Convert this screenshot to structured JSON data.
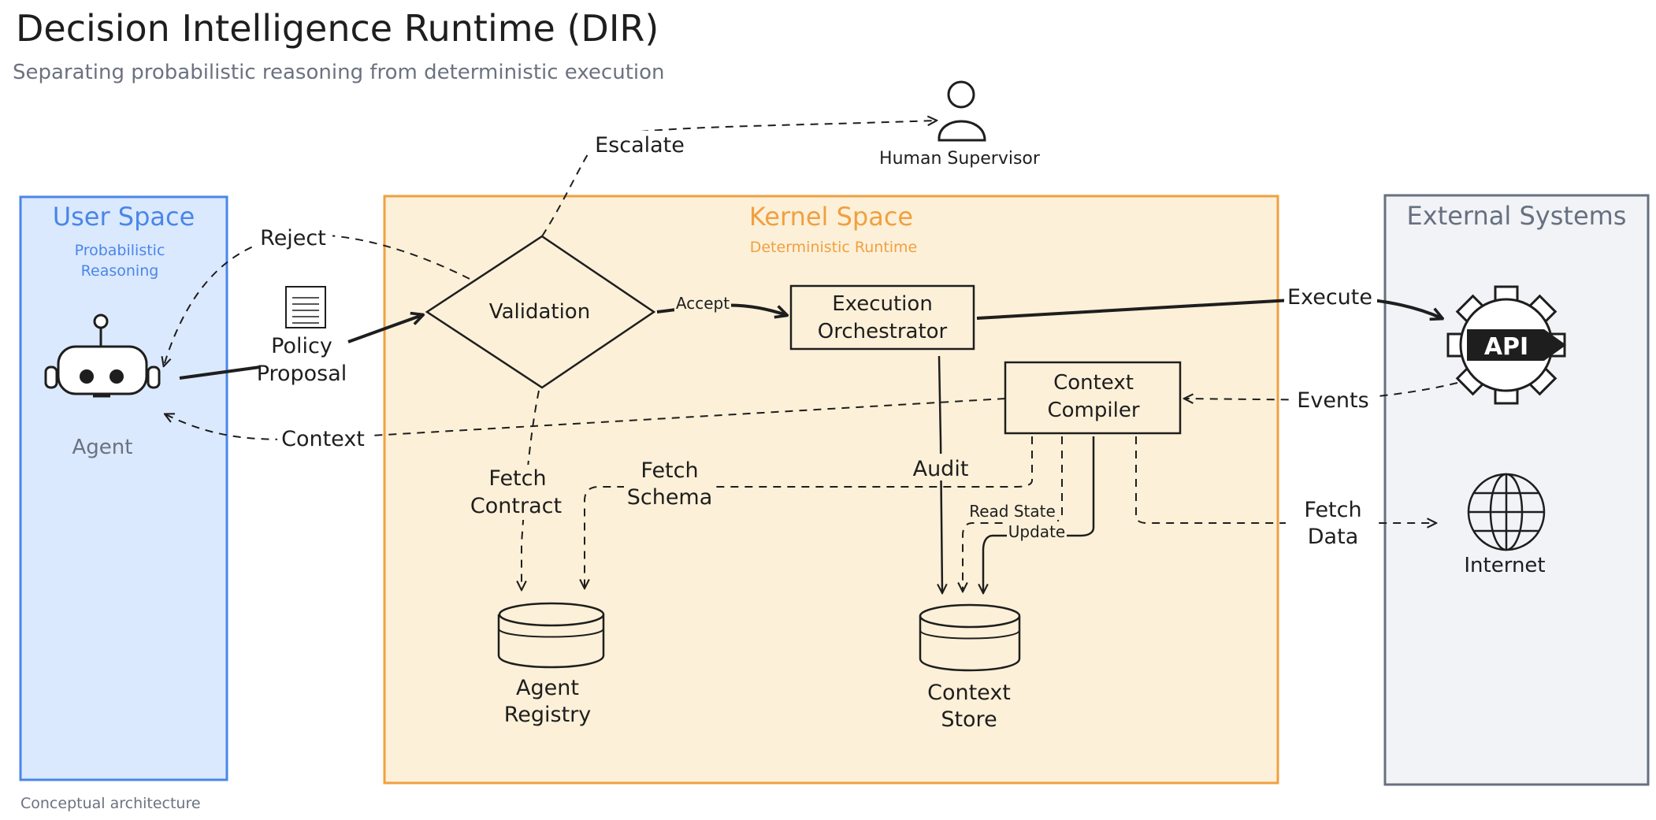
{
  "title": "Decision Intelligence Runtime (DIR)",
  "subtitle": "Separating probabilistic reasoning from deterministic execution",
  "footer": "Conceptual architecture",
  "colors": {
    "user_space": "#4a86e8",
    "user_space_fill": "#dbe9fe",
    "kernel_space": "#f0a040",
    "kernel_space_fill": "#fdf0d8",
    "external": "#667080",
    "external_fill": "#f1f3f6",
    "ink": "#1e1e1e",
    "muted": "#6b7280"
  },
  "zones": {
    "user": {
      "title": "User Space",
      "subtitle_line1": "Probabilistic",
      "subtitle_line2": "Reasoning"
    },
    "kernel": {
      "title": "Kernel Space",
      "subtitle": "Deterministic Runtime"
    },
    "external": {
      "title": "External Systems"
    }
  },
  "nodes": {
    "agent": {
      "label": "Agent",
      "icon": "robot-icon"
    },
    "policy": {
      "line1": "Policy",
      "line2": "Proposal",
      "icon": "document-icon"
    },
    "validation": {
      "label": "Validation"
    },
    "orchestrator": {
      "line1": "Execution",
      "line2": "Orchestrator"
    },
    "compiler": {
      "line1": "Context",
      "line2": "Compiler"
    },
    "registry": {
      "line1": "Agent",
      "line2": "Registry",
      "icon": "database-icon"
    },
    "store": {
      "line1": "Context",
      "line2": "Store",
      "icon": "database-icon"
    },
    "supervisor": {
      "label": "Human Supervisor",
      "icon": "person-icon"
    },
    "api": {
      "label": "API",
      "icon": "gear-icon"
    },
    "internet": {
      "label": "Internet",
      "icon": "globe-icon"
    }
  },
  "edges": {
    "escalate": "Escalate",
    "reject": "Reject",
    "accept": "Accept",
    "execute": "Execute",
    "events": "Events",
    "context": "Context",
    "fetch_contract_1": "Fetch",
    "fetch_contract_2": "Contract",
    "fetch_schema_1": "Fetch",
    "fetch_schema_2": "Schema",
    "audit": "Audit",
    "read_state": "Read State",
    "update": "Update",
    "fetch_data_1": "Fetch",
    "fetch_data_2": "Data"
  }
}
